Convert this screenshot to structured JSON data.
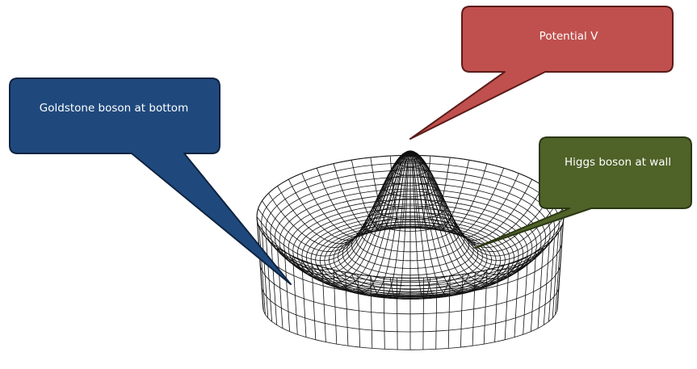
{
  "callouts": {
    "potential": {
      "text": "Potential V",
      "fill": "#c0504d",
      "stroke": "#5a1c1a"
    },
    "goldstone": {
      "text": "Goldstone boson at bottom",
      "fill": "#1f497d",
      "stroke": "#0f2340"
    },
    "higgs": {
      "text": "Higgs boson at wall",
      "fill": "#4f6228",
      "stroke": "#2b3713"
    }
  },
  "surface": {
    "description_icon": "mexican-hat-potential-wireframe",
    "line_color": "#111111"
  }
}
